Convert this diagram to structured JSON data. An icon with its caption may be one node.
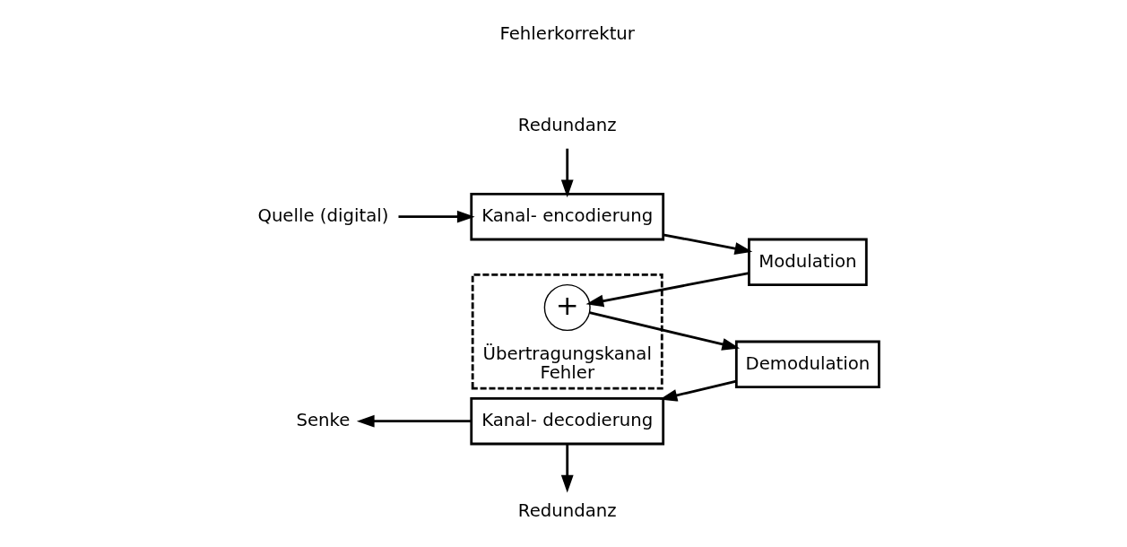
{
  "diagram": {
    "nodes": [
      {
        "text": [
          "Quelle (digital)"
        ]
      },
      {
        "text": [
          "Redundanz"
        ]
      },
      {
        "text": [
          "Kanal- encodierung"
        ]
      },
      {
        "text": [
          "Modulation"
        ]
      },
      {
        "text": [
          "Übertragungskanal",
          "Fehler"
        ]
      },
      {
        "text": [
          "+"
        ],
        "in": 4
      },
      {
        "text": [
          "Demodulation"
        ]
      },
      {
        "text": [
          "Kanal- decodierung"
        ]
      },
      {
        "text": [
          "Senke"
        ]
      },
      {
        "text": [
          "Redundanz"
        ]
      }
    ],
    "edges": [
      {
        "from": 0,
        "to": 2,
        "arrow": "to"
      },
      {
        "from": 1,
        "to": 2,
        "arrow": "to"
      },
      {
        "from": 2,
        "to": 3,
        "arrow": "to"
      },
      {
        "from": 3,
        "to": 5,
        "arrow": "to"
      },
      {
        "from": 5,
        "to": 6,
        "arrow": "to"
      },
      {
        "from": 6,
        "to": 7,
        "arrow": "to"
      },
      {
        "from": 7,
        "to": 8,
        "arrow": "to"
      },
      {
        "from": 7,
        "to": 9,
        "arrow": "to"
      }
    ],
    "labels": [
      "Fehlerkorrektur"
    ]
  }
}
